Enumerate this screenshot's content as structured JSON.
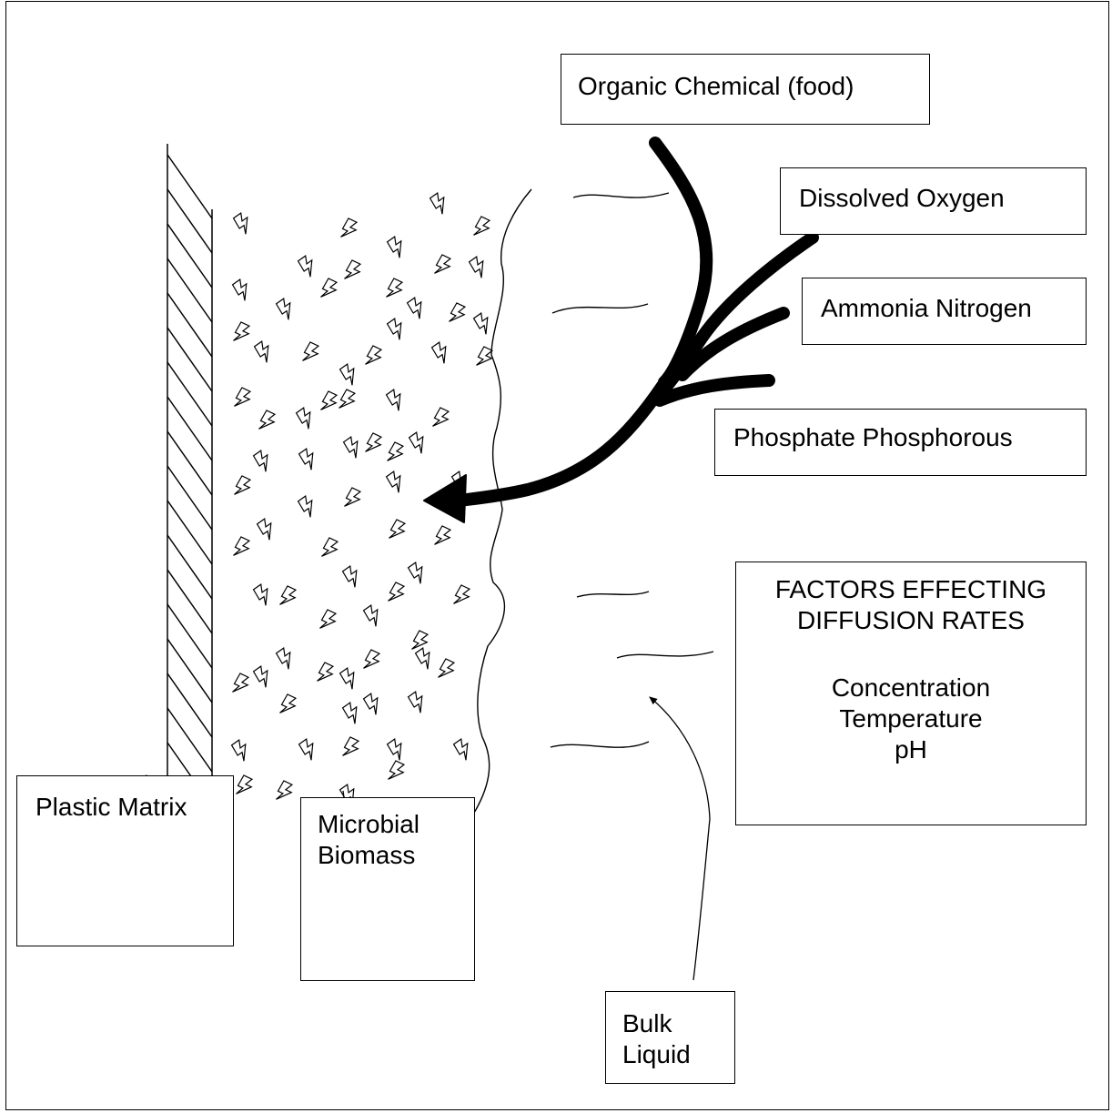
{
  "labels": {
    "food": "Organic Chemical (food)",
    "oxygen": "Dissolved Oxygen",
    "ammonia": "Ammonia Nitrogen",
    "phosphate": "Phosphate Phosphorous",
    "plastic": "Plastic Matrix",
    "biomass_line1": "Microbial",
    "biomass_line2": "Biomass",
    "bulk_line1": "Bulk",
    "bulk_line2": "Liquid"
  },
  "factors": {
    "title_line1": "FACTORS EFFECTING",
    "title_line2": "DIFFUSION RATES",
    "items": [
      "Concentration",
      "Temperature",
      "pH"
    ]
  }
}
